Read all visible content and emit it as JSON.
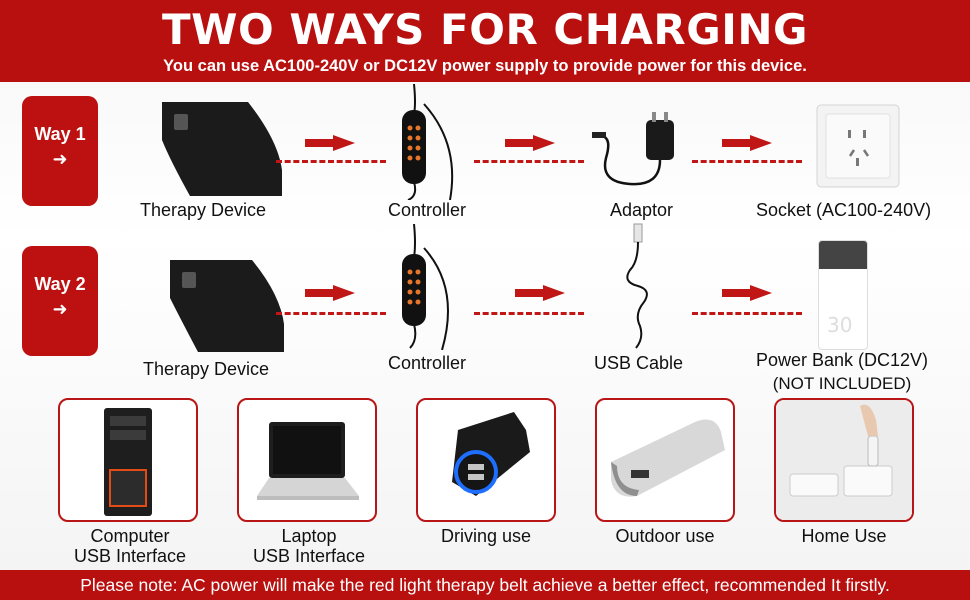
{
  "header": {
    "title": "TWO WAYS FOR CHARGING",
    "subtitle": "You can use AC100-240V or DC12V power supply to provide power for this device."
  },
  "ways": [
    {
      "badge": "Way 1",
      "items": [
        "Therapy Device",
        "Controller",
        "Adaptor",
        "Socket (AC100-240V)"
      ]
    },
    {
      "badge": "Way 2",
      "items": [
        "Therapy Device",
        "Controller",
        "USB Cable",
        "Power Bank (DC12V)"
      ],
      "note": "(NOT INCLUDED)"
    }
  ],
  "power_bank_capacity": "30",
  "uses": [
    {
      "line1": "Computer",
      "line2": "USB Interface"
    },
    {
      "line1": "Laptop",
      "line2": "USB Interface"
    },
    {
      "line1": "Driving use",
      "line2": ""
    },
    {
      "line1": "Outdoor use",
      "line2": ""
    },
    {
      "line1": "Home Use",
      "line2": ""
    }
  ],
  "footer": {
    "note": "Please note: AC power will make the red light therapy belt achieve a better effect, recommended It firstly."
  },
  "colors": {
    "accent": "#b80f0f",
    "arrow": "#c01616"
  }
}
